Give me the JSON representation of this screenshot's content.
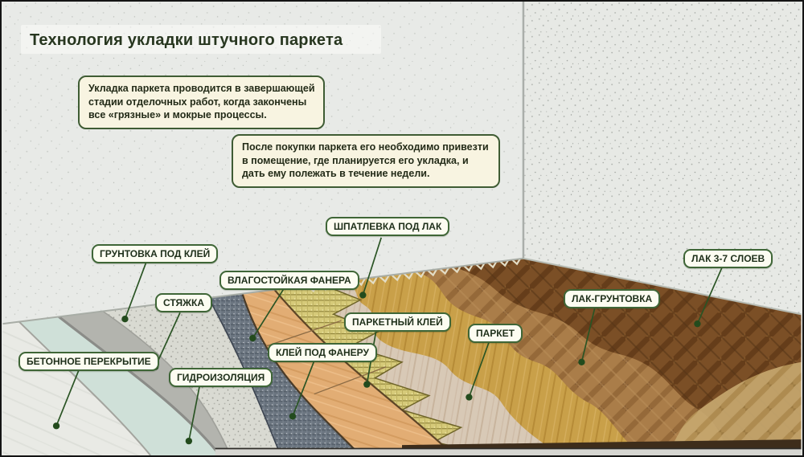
{
  "title": "Технология укладки штучного паркета",
  "notes": {
    "note1": "Укладка паркета проводится в завершающей стадии отделочных работ, когда закончены все «грязные» и мокрые процессы.",
    "note2": "После покупки паркета его необходимо привезти в помещение, где планируется его укладка, и дать ему полежать в течение недели."
  },
  "labels": {
    "shpatlevka": "ШПАТЛЕВКА ПОД ЛАК",
    "gruntovka_kley": "ГРУНТОВКА ПОД КЛЕЙ",
    "fanera": "ВЛАГОСТОЙКАЯ ФАНЕРА",
    "styazhka": "СТЯЖКА",
    "betonnoe": "БЕТОННОЕ ПЕРЕКРЫТИЕ",
    "gidroizolyaciya": "ГИДРОИЗОЛЯЦИЯ",
    "kley_fanera": "КЛЕЙ ПОД ФАНЕРУ",
    "parketny_kley": "ПАРКЕТНЫЙ КЛЕЙ",
    "parket": "ПАРКЕТ",
    "lak_gruntovka": "ЛАК-ГРУНТОВКА",
    "lak_sloev": "ЛАК 3-7 СЛОЕВ"
  },
  "colors": {
    "accent_green": "#3f6637",
    "leader_line": "#2a5424",
    "note_background": "#f8f4e1",
    "label_background": "#fcfcf1",
    "wall": "#e8eae7",
    "hydroisolation_teal": "#cfe0d8",
    "screed_gray": "#b3b4ae",
    "plywood_tan": "#e2ad74",
    "parquet_glue_yellow": "#d6ca79",
    "putty_gold": "#c9a049",
    "lacquer_dark_wood": "#7b4f26"
  }
}
